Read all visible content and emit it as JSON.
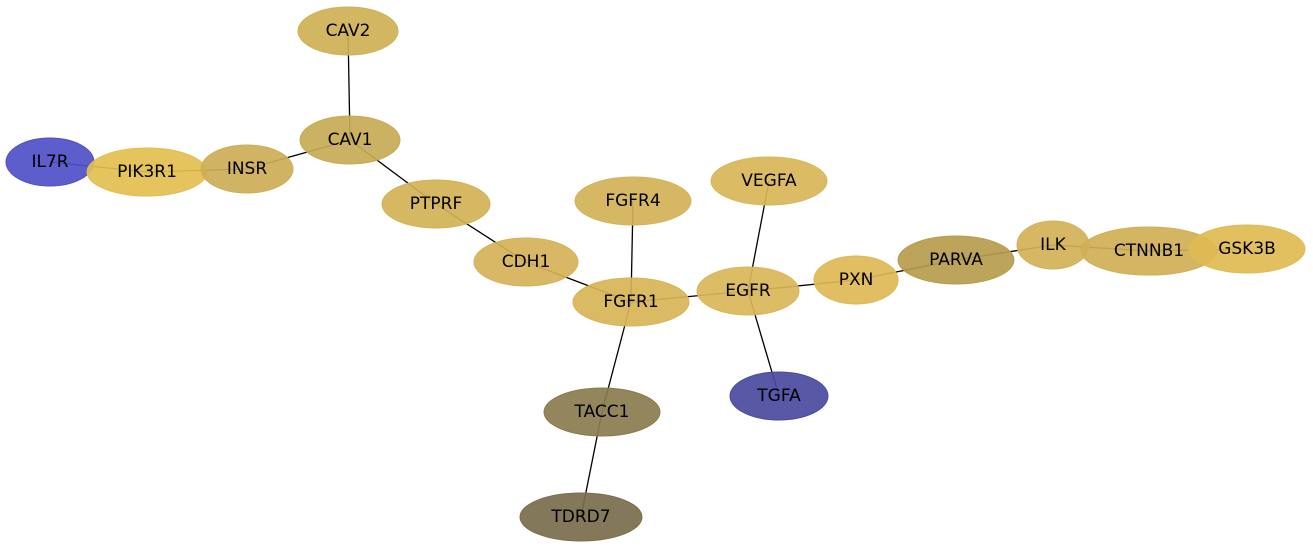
{
  "nodes": [
    {
      "id": "CAV2",
      "label": "CAV2",
      "color": "#cfb055"
    },
    {
      "id": "CAV1",
      "label": "CAV1",
      "color": "#c6ab55"
    },
    {
      "id": "IL7R",
      "label": "IL7R",
      "color": "#4f4fc8"
    },
    {
      "id": "PIK3R1",
      "label": "PIK3R1",
      "color": "#e3be4f"
    },
    {
      "id": "INSR",
      "label": "INSR",
      "color": "#cdae56"
    },
    {
      "id": "PTPRF",
      "label": "PTPRF",
      "color": "#d3b155"
    },
    {
      "id": "FGFR4",
      "label": "FGFR4",
      "color": "#d3b257"
    },
    {
      "id": "VEGFA",
      "label": "VEGFA",
      "color": "#d8b657"
    },
    {
      "id": "CDH1",
      "label": "CDH1",
      "color": "#d5b258"
    },
    {
      "id": "FGFR1",
      "label": "FGFR1",
      "color": "#d8b457"
    },
    {
      "id": "EGFR",
      "label": "EGFR",
      "color": "#d9b657"
    },
    {
      "id": "PXN",
      "label": "PXN",
      "color": "#ddb854"
    },
    {
      "id": "PARVA",
      "label": "PARVA",
      "color": "#b69c4d"
    },
    {
      "id": "ILK",
      "label": "ILK",
      "color": "#d3b257"
    },
    {
      "id": "CTNNB1",
      "label": "CTNNB1",
      "color": "#d0af55"
    },
    {
      "id": "GSK3B",
      "label": "GSK3B",
      "color": "#e0bb53"
    },
    {
      "id": "TGFA",
      "label": "TGFA",
      "color": "#4a4aa0"
    },
    {
      "id": "TACC1",
      "label": "TACC1",
      "color": "#8a7b4e"
    },
    {
      "id": "TDRD7",
      "label": "TDRD7",
      "color": "#7a6d4c"
    }
  ],
  "edges": [
    [
      "CAV2",
      "CAV1"
    ],
    [
      "INSR",
      "CAV1"
    ],
    [
      "CAV1",
      "PTPRF"
    ],
    [
      "IL7R",
      "PIK3R1"
    ],
    [
      "PIK3R1",
      "INSR"
    ],
    [
      "PTPRF",
      "CDH1"
    ],
    [
      "CDH1",
      "FGFR1"
    ],
    [
      "FGFR4",
      "FGFR1"
    ],
    [
      "FGFR1",
      "EGFR"
    ],
    [
      "FGFR1",
      "TACC1"
    ],
    [
      "TACC1",
      "TDRD7"
    ],
    [
      "VEGFA",
      "EGFR"
    ],
    [
      "EGFR",
      "TGFA"
    ],
    [
      "EGFR",
      "PXN"
    ],
    [
      "PXN",
      "PARVA"
    ],
    [
      "PARVA",
      "ILK"
    ],
    [
      "ILK",
      "CTNNB1"
    ],
    [
      "CTNNB1",
      "GSK3B"
    ]
  ]
}
